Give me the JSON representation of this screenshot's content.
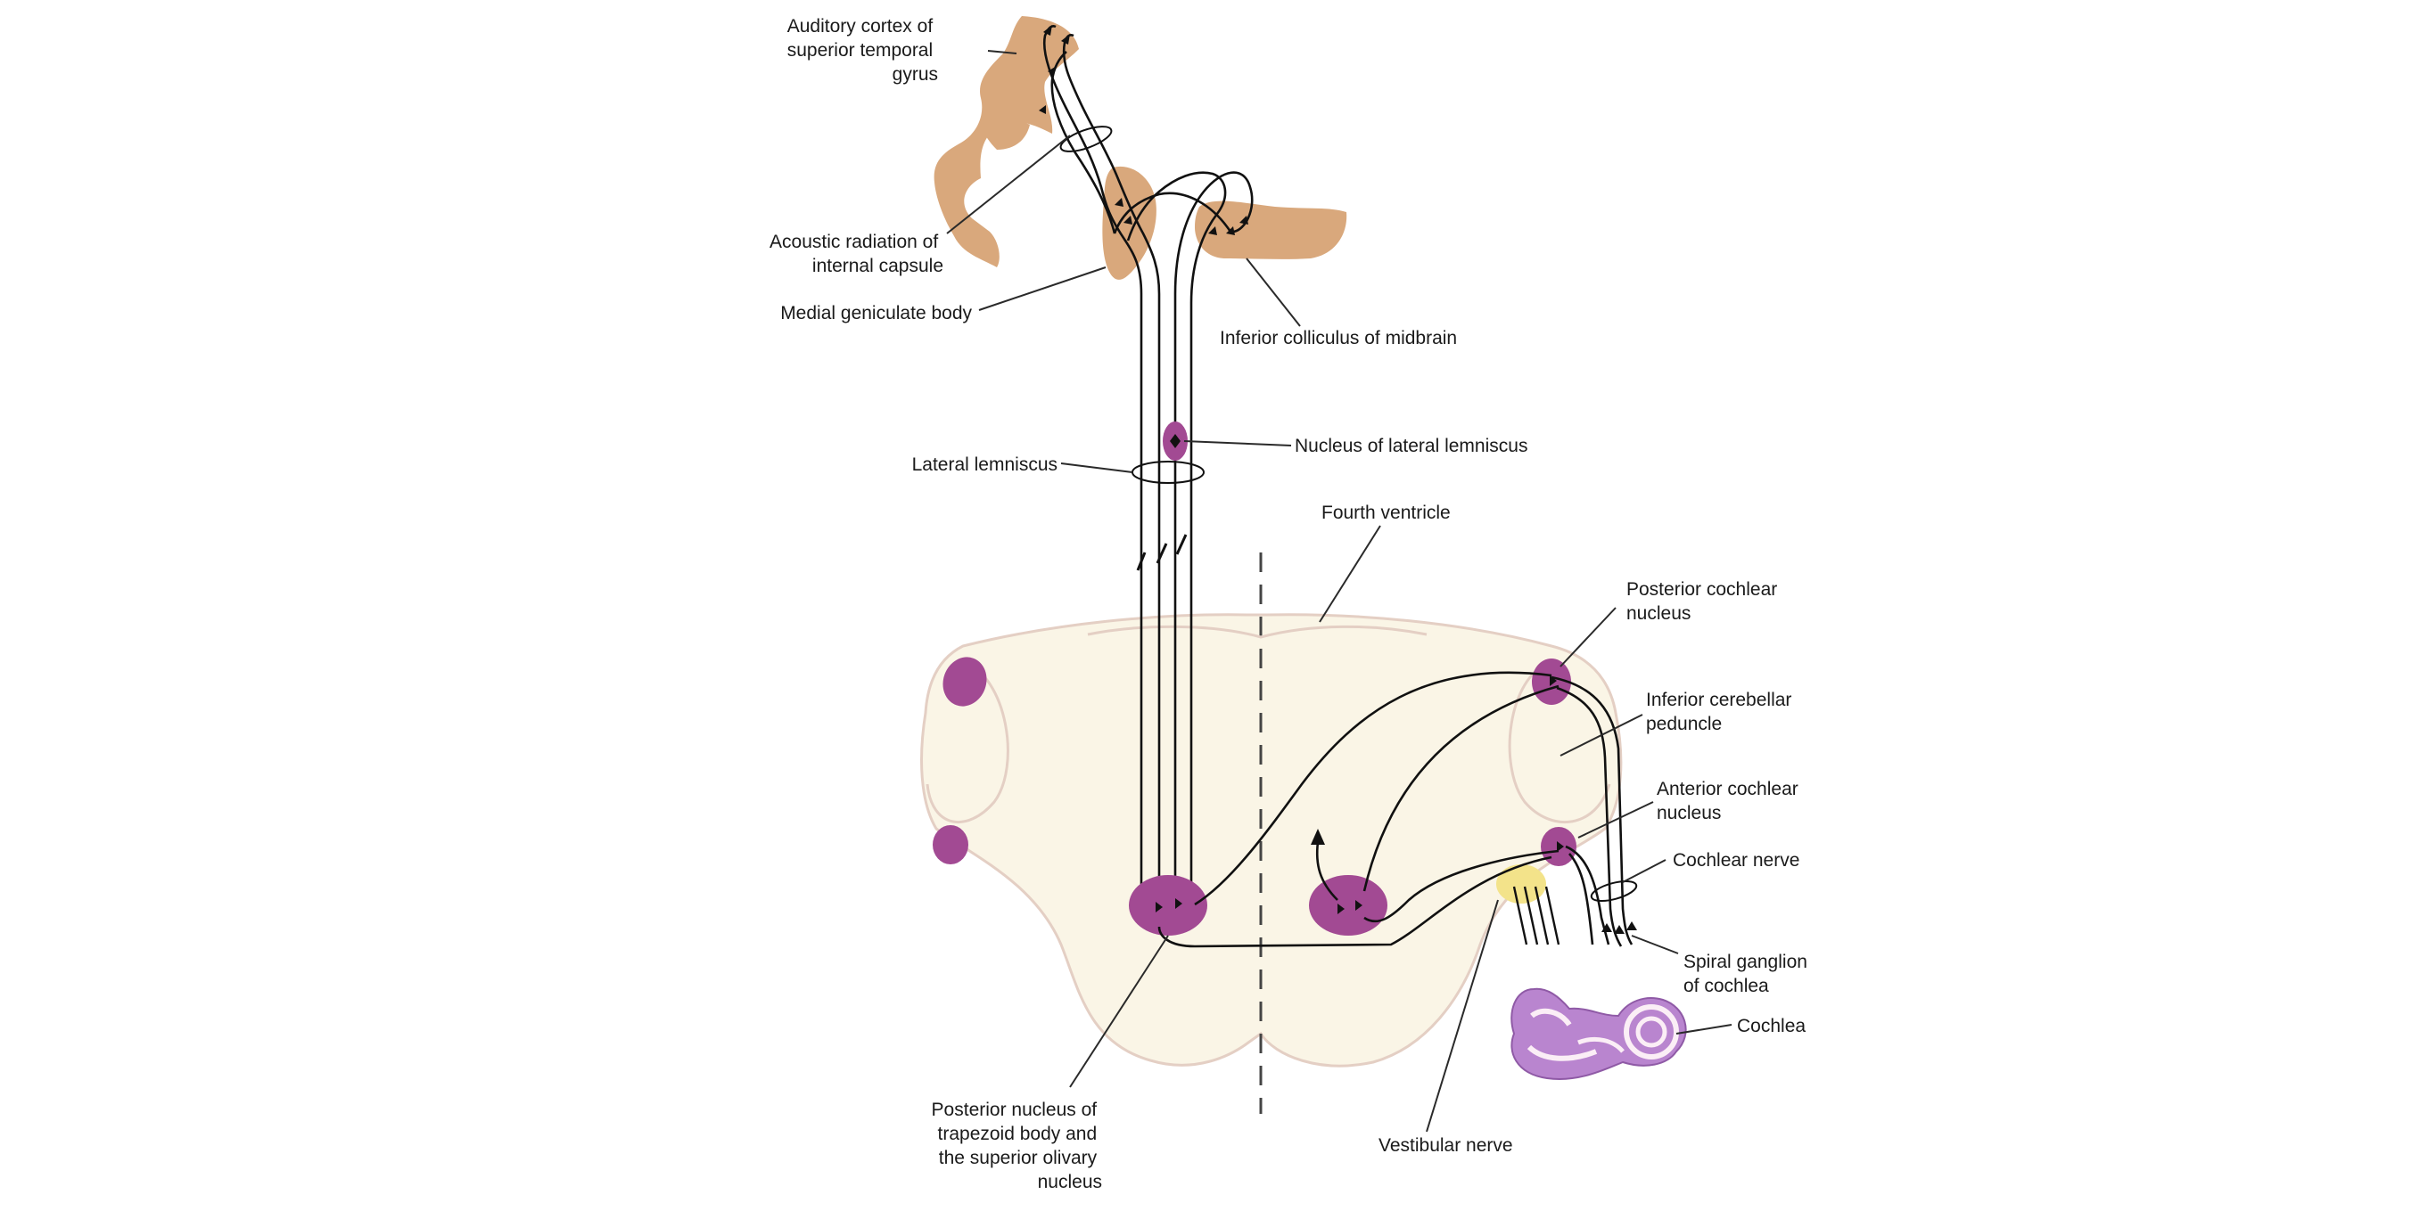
{
  "labels": {
    "auditory_cortex": [
      "Auditory cortex of",
      "superior temporal",
      "gyrus"
    ],
    "acoustic_radiation": [
      "Acoustic radiation of",
      "internal capsule"
    ],
    "medial_geniculate": [
      "Medial geniculate body"
    ],
    "inferior_colliculus": [
      "Inferior colliculus of midbrain"
    ],
    "nucleus_lateral_lemniscus": [
      "Nucleus of lateral lemniscus"
    ],
    "lateral_lemniscus": [
      "Lateral lemniscus"
    ],
    "fourth_ventricle": [
      "Fourth ventricle"
    ],
    "posterior_cochlear": [
      "Posterior cochlear",
      "nucleus"
    ],
    "inferior_cerebellar": [
      "Inferior cerebellar",
      "peduncle"
    ],
    "anterior_cochlear": [
      "Anterior cochlear",
      "nucleus"
    ],
    "cochlear_nerve": [
      "Cochlear nerve"
    ],
    "spiral_ganglion": [
      "Spiral ganglion",
      "of cochlea"
    ],
    "cochlea": [
      "Cochlea"
    ],
    "vestibular_nerve": [
      "Vestibular nerve"
    ],
    "posterior_nucleus_trapezoid": [
      "Posterior nucleus of",
      "trapezoid body and",
      "the superior olivary",
      "nucleus"
    ]
  },
  "colors": {
    "cortex_tan": "#d9a87c",
    "brainstem_cream": "#faf5e6",
    "brainstem_outline": "#e4cfc4",
    "nucleus_purple": "#a24a93",
    "cochlea_lilac": "#b985cf",
    "vestibular_yellow": "#f3e38a",
    "line": "#111111"
  }
}
